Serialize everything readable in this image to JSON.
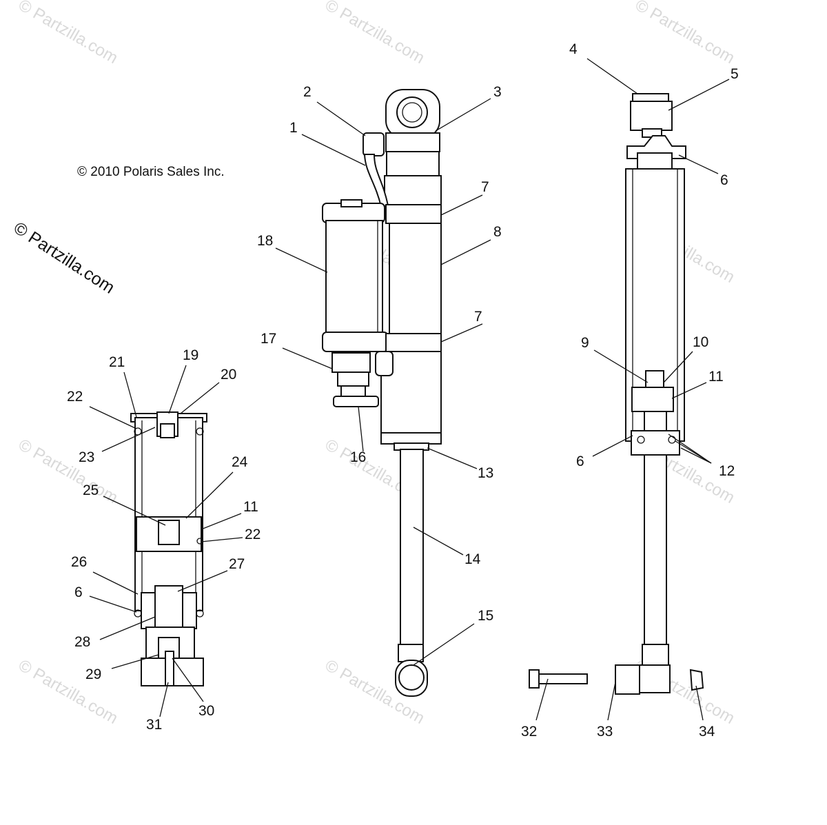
{
  "copyright": "© 2010 Polaris Sales Inc.",
  "watermark": "© Partzilla.com",
  "callouts": [
    "1",
    "2",
    "3",
    "4",
    "5",
    "6",
    "7",
    "8",
    "9",
    "10",
    "11",
    "12",
    "13",
    "14",
    "15",
    "16",
    "17",
    "18",
    "19",
    "20",
    "21",
    "22",
    "23",
    "24",
    "25",
    "26",
    "27",
    "28",
    "29",
    "30",
    "31",
    "32",
    "33",
    "34"
  ],
  "colors": {
    "line": "#111111",
    "watermark": "#d9d9d9",
    "background": "#ffffff"
  }
}
